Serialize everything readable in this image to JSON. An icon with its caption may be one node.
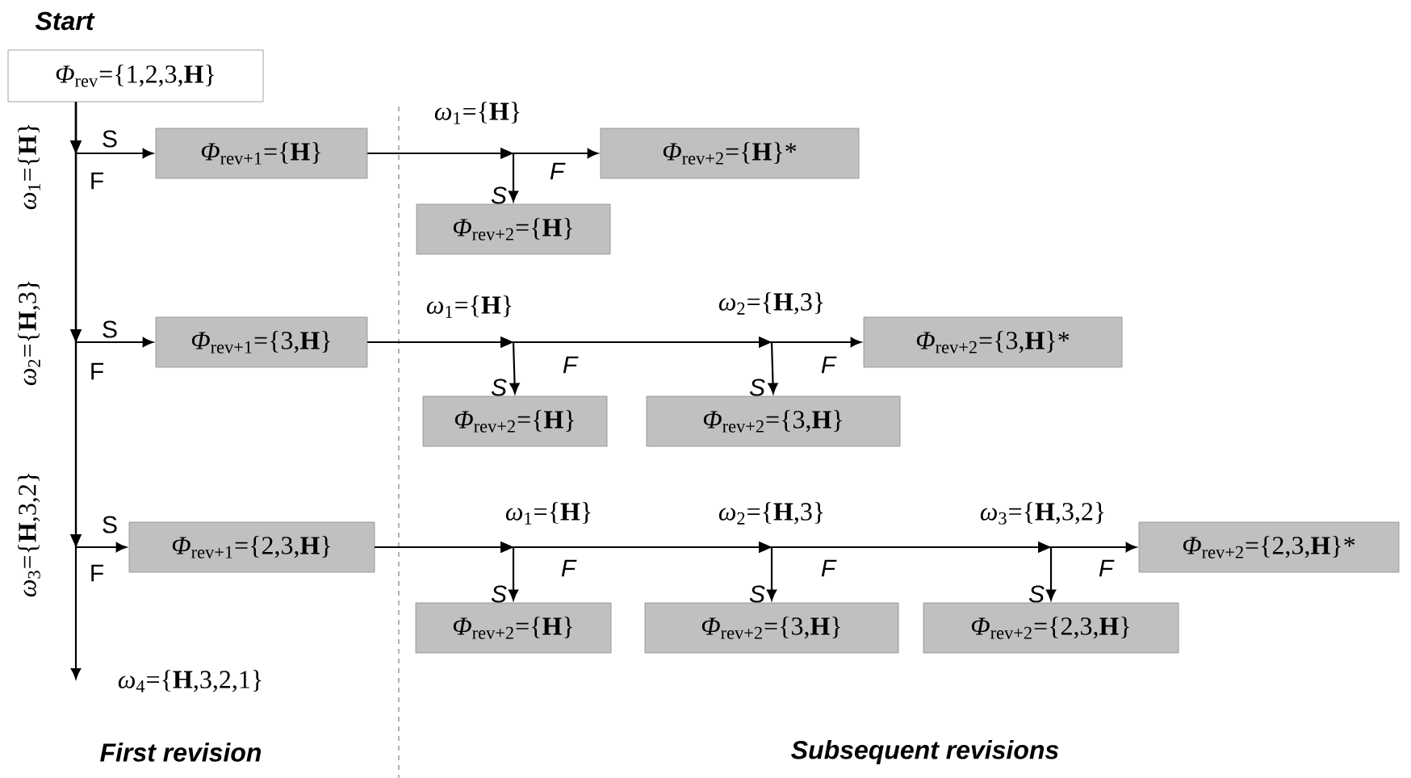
{
  "diagram": {
    "nodes": [
      {
        "text": [
          "*Φ*$_{rev}$={1,2,3,**H**}"
        ],
        "beside": [
          "Start"
        ]
      },
      {
        "text": [
          "*Φ*$_{rev+1}$={**H**}"
        ]
      },
      {
        "text": [
          "*Φ*$_{rev+2}$={**H**}*"
        ]
      },
      {
        "text": [
          "*Φ*$_{rev+2}$={**H**}"
        ]
      },
      {
        "text": [
          "*Φ*$_{rev+1}$={3,**H**}"
        ]
      },
      {
        "text": [
          "*Φ*$_{rev+2}$={3,**H**}*"
        ]
      },
      {
        "text": [
          "*Φ*$_{rev+2}$={**H**}"
        ]
      },
      {
        "text": [
          "*Φ*$_{rev+2}$={3,**H**}"
        ]
      },
      {
        "text": [
          "*Φ*$_{rev+1}$={2,3,**H**}"
        ]
      },
      {
        "text": [
          "*Φ*$_{rev+2}$={2,3,**H**}*"
        ]
      },
      {
        "text": [
          "*Φ*$_{rev+2}$={**H**}"
        ]
      },
      {
        "text": [
          "*Φ*$_{rev+2}$={3,**H**}"
        ]
      },
      {
        "text": [
          "*Φ*$_{rev+2}$={2,3,**H**}"
        ]
      },
      {
        "text": [
          "*ω*$_{4}$={**H**,3,2,1}"
        ]
      }
    ],
    "edges": [
      {
        "from": 0,
        "to": 1,
        "arrow": "to",
        "label": "S"
      },
      {
        "from": 0,
        "to": 4,
        "arrow": "to",
        "label": "S"
      },
      {
        "from": 0,
        "to": 8,
        "arrow": "to",
        "label": "S"
      },
      {
        "from": 0,
        "to": 13,
        "arrow": "to",
        "label": "F"
      },
      {
        "from": 1,
        "to": 3,
        "arrow": "to",
        "label": "S"
      },
      {
        "from": 1,
        "to": 2,
        "arrow": "to",
        "label": "F"
      },
      {
        "from": 4,
        "to": 6,
        "arrow": "to",
        "label": "S"
      },
      {
        "from": 4,
        "to": 7,
        "arrow": "to",
        "label": "S"
      },
      {
        "from": 4,
        "to": 5,
        "arrow": "to",
        "label": "F"
      },
      {
        "from": 8,
        "to": 10,
        "arrow": "to",
        "label": "S"
      },
      {
        "from": 8,
        "to": 11,
        "arrow": "to",
        "label": "S"
      },
      {
        "from": 8,
        "to": 12,
        "arrow": "to",
        "label": "S"
      },
      {
        "from": 8,
        "to": 9,
        "arrow": "to",
        "label": "F"
      }
    ],
    "labels": [
      "*ω*$_{1}$={**H**}",
      "F",
      "*ω*$_{2}$={**H**,3}",
      "F",
      "*ω*$_{3}$={**H**,3,2}",
      "*ω*$_{1}$={**H**}",
      "*ω*$_{1}$={**H**}",
      "*ω*$_{2}$={**H**,3}",
      "F",
      "*ω*$_{1}$={**H**}",
      "*ω*$_{2}$={**H**,3}",
      "*ω*$_{3}$={**H**,3,2}",
      "F",
      "F",
      "First revision",
      "Subsequent revisions"
    ]
  }
}
